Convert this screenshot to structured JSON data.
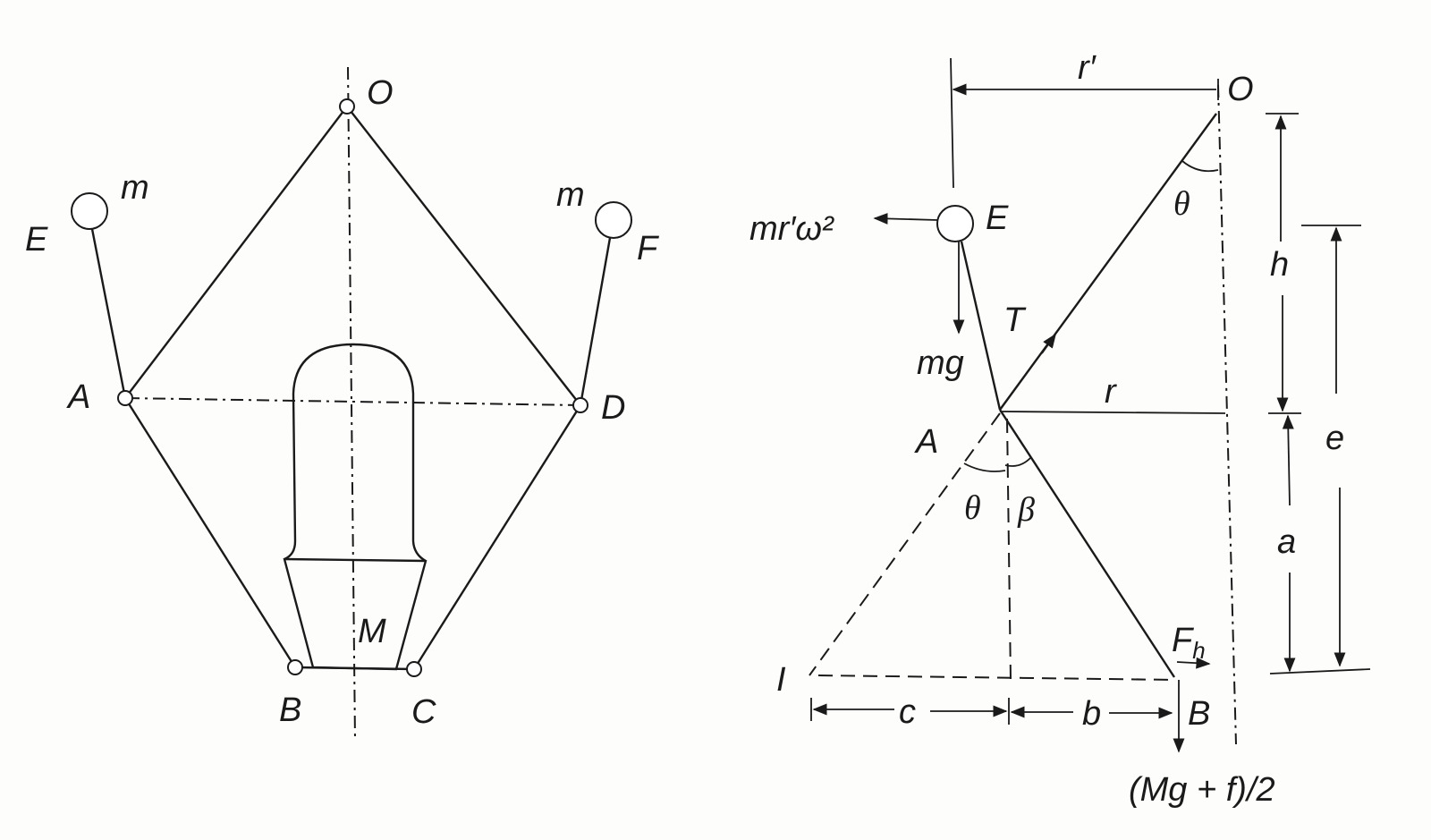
{
  "left_figure": {
    "labels": {
      "O": "O",
      "E": "E",
      "F": "F",
      "mE": "m",
      "mF": "m",
      "A": "A",
      "D": "D",
      "B": "B",
      "C": "C",
      "M": "M"
    }
  },
  "right_figure": {
    "labels": {
      "O": "O",
      "E": "E",
      "A": "A",
      "B": "B",
      "I": "I",
      "r_prime": "r′",
      "r": "r",
      "theta_top": "θ",
      "theta_bottom": "θ",
      "beta": "β",
      "T": "T",
      "mg": "mg",
      "centrifugal": "mr′ω²",
      "F": "F",
      "F_sub": "h",
      "h": "h",
      "e": "e",
      "a": "a",
      "b": "b",
      "c": "c",
      "load": "(Mg + f)/2"
    }
  }
}
